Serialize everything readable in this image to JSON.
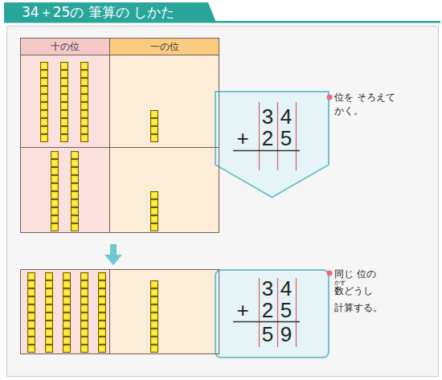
{
  "diagram": {
    "title": "34＋25の 筆算の しかた",
    "nodes": [
      {
        "text": [
          "十の位"
        ]
      },
      {
        "text": [
          "一の位"
        ]
      },
      {
        "text": [
          "3",
          "4",
          "+",
          "2",
          "5"
        ]
      },
      {
        "text": [
          "3",
          "4",
          "+",
          "2",
          "5",
          "5",
          "9"
        ]
      }
    ],
    "labels": [
      "位を そろえて かく。",
      "かず",
      "同じ 位の 数どうし 計算する。"
    ]
  }
}
